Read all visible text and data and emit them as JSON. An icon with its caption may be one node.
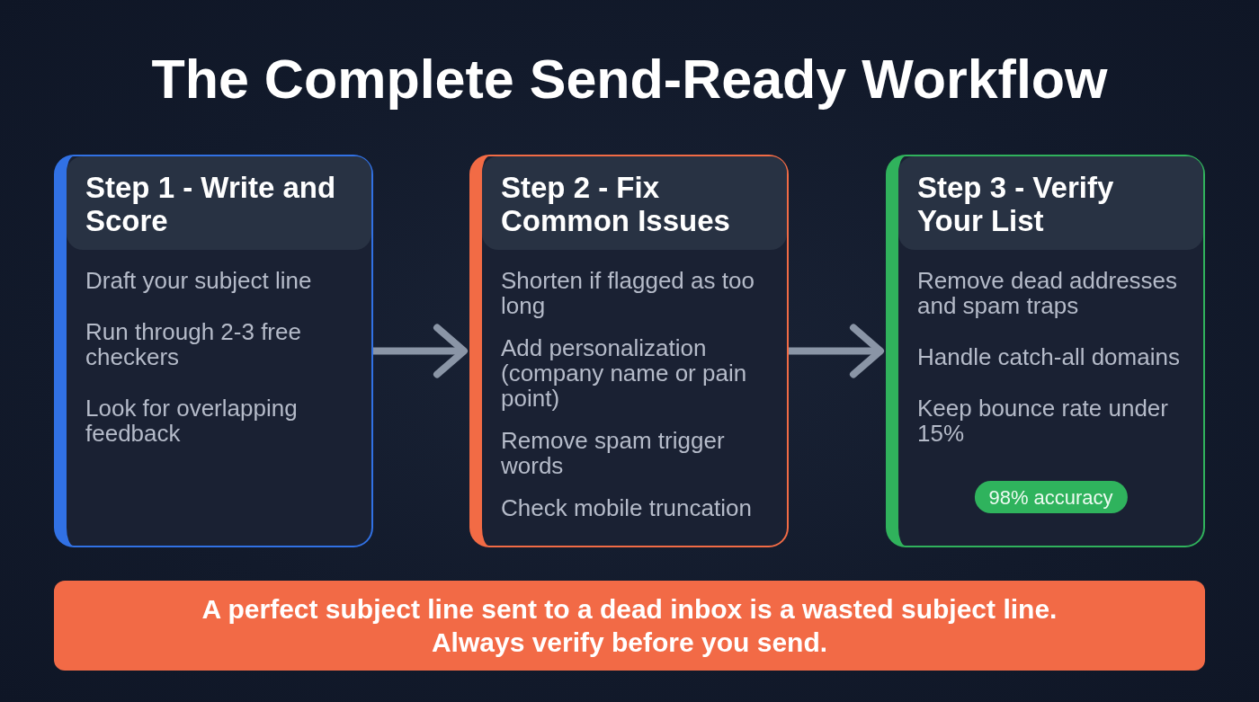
{
  "diagram": {
    "title": "The Complete Send-Ready Workflow",
    "nodes": [
      {
        "text": [
          "Step 1 - Write and Score",
          "Draft your subject line",
          "Run through 2-3 free checkers",
          "Look for overlapping feedback"
        ]
      },
      {
        "text": [
          "Step 2 - Fix Common Issues",
          "Shorten if flagged as too long",
          "Add personalization (company name or pain point)",
          "Remove spam trigger words",
          "Check mobile truncation"
        ]
      },
      {
        "text": [
          "Step 3 - Verify Your List",
          "Remove dead addresses and spam traps",
          "Handle catch-all domains",
          "Keep bounce rate under 15%"
        ]
      },
      {
        "text": [
          "98% accuracy"
        ],
        "in": 2
      },
      {
        "text": [
          "A perfect subject line sent to a dead inbox is a wasted subject line.",
          "Always verify before you send."
        ]
      }
    ],
    "edges": [
      {
        "from": 0,
        "to": 1,
        "arrow": "to"
      },
      {
        "from": 1,
        "to": 2,
        "arrow": "to"
      }
    ]
  }
}
